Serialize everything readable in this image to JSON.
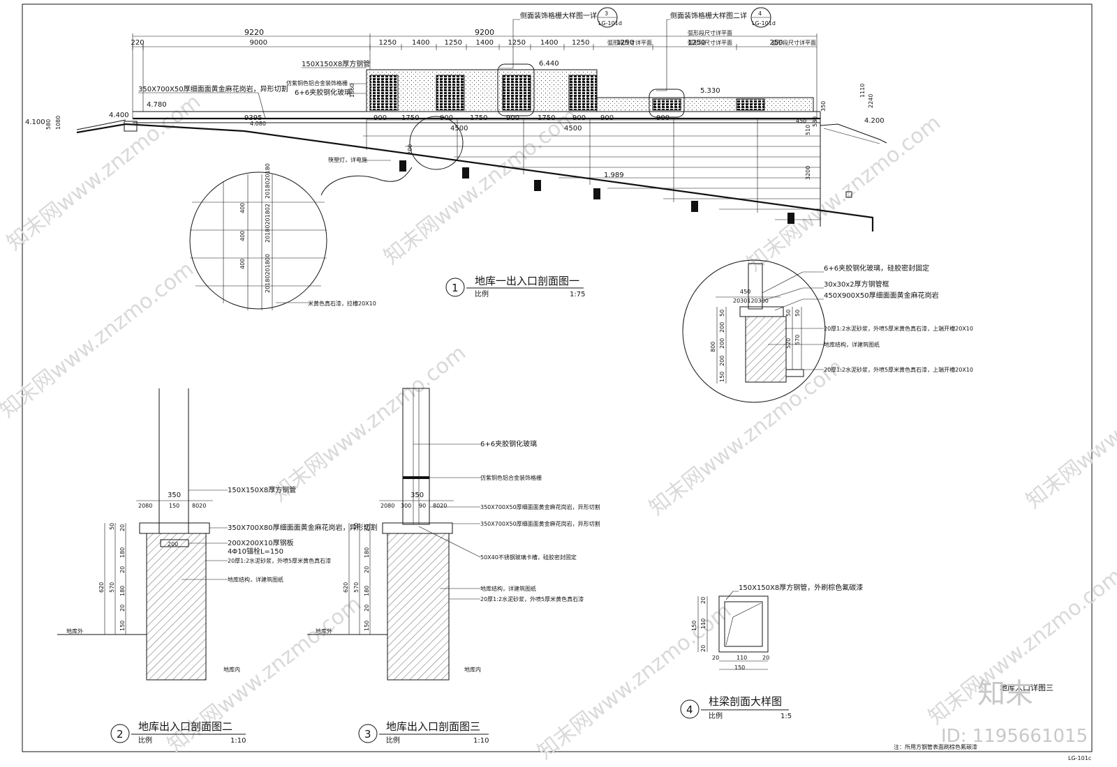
{
  "elevation": {
    "top_dims_a": [
      "9220",
      "9200"
    ],
    "top_dims_b": [
      "220",
      "9000",
      "1250",
      "1400",
      "1250",
      "1400",
      "1250",
      "1400",
      "1250",
      "1250",
      "1250",
      "250"
    ],
    "mid_dims": [
      "900",
      "1750",
      "900",
      "1750",
      "900",
      "1750",
      "900",
      "900",
      "900"
    ],
    "arc_labels": [
      "弧形段尺寸详平面",
      "弧形段尺寸详平面",
      "弧形段尺寸详平面",
      "弧形段尺寸详平面"
    ],
    "callout_1": {
      "text": "侧面装饰格栅大样图一详",
      "num": "3",
      "ref": "LG-101d"
    },
    "callout_2": {
      "text": "侧面装饰格栅大样图二详",
      "num": "4",
      "ref": "LG-101d"
    },
    "labels": {
      "pipe": "150X150X8厚方钢管",
      "granite": "350X700X50厚细面面黄金麻花岗岩，异形切割",
      "aluminum": "仿紫铜色铝合金装饰格栅",
      "glass": "6+6夹胶钢化玻璃",
      "lamp": "筷塑灯，详电施"
    },
    "levels": [
      "4.100",
      "4.400",
      "4.780",
      "6.440",
      "5.330",
      "4.200",
      "1.989"
    ],
    "small_dims": [
      "580",
      "1080",
      "9395",
      "4.080",
      "4500",
      "4500",
      "1660",
      "1110",
      "2240",
      "350",
      "530",
      "510",
      "3200",
      "200",
      "450"
    ],
    "detail_circle": {
      "dims": [
        "400",
        "400",
        "400",
        "2018020180",
        "20180201802",
        "20180201800"
      ],
      "note": "米黄色真石漆，拉槽20X10"
    }
  },
  "title_1": {
    "num": "1",
    "name": "地库一出入口剖面图一",
    "scale_label": "比例",
    "scale": "1:75"
  },
  "detail_right": {
    "notes": [
      "6+6夹胶钢化玻璃，硅胶密封固定",
      "30x30x2厚方钢管框",
      "450X900X50厚细面面黄金麻花岗岩",
      "20厚1:2水泥砂浆，外喷5厚米黄色真石漆，上端开槽20X10",
      "地库结构，详建筑图纸",
      "20厚1:2水泥砂浆，外喷5厚米黄色真石漆，上端开槽20X10"
    ],
    "top_dims": [
      "450",
      "2030120300"
    ],
    "left_dims": [
      "800",
      "200",
      "200",
      "200",
      "50",
      "150"
    ],
    "right_dims": [
      "520",
      "570",
      "50",
      "50"
    ]
  },
  "section_2": {
    "notes": [
      "150X150X8厚方钢管",
      "350X700X80厚细面面黄金麻花岗岩，异形切割",
      "200X200X10厚钢板",
      "4Φ10锚栓L=150",
      "20厚1:2水泥砂浆，外喷5厚米黄色真石漆",
      "地库结构，详建筑图纸"
    ],
    "top_dims": [
      "350",
      "2080",
      "150",
      "8020"
    ],
    "left_dims": [
      "620",
      "570",
      "50",
      "20",
      "180",
      "20",
      "180",
      "20",
      "150"
    ],
    "small": "200",
    "outside": "地库外",
    "inside": "地库内",
    "title": {
      "num": "2",
      "name": "地库出入口剖面图二",
      "scale_label": "比例",
      "scale": "1:10"
    }
  },
  "section_3": {
    "notes": [
      "6+6夹胶钢化玻璃",
      "仿紫铜色铝合金装饰格栅",
      "350X700X50厚细面面黄金麻花岗岩，异形切割",
      "350X700X50厚细面面黄金麻花岗岩，异形切割",
      "50X40不锈钢玻璃卡槽，硅胶密封固定",
      "地库结构，详建筑图纸",
      "20厚1:2水泥砂浆，外喷5厚米黄色真石漆"
    ],
    "top_dims": [
      "350",
      "2080",
      "300",
      "90",
      "8020"
    ],
    "left_dims": [
      "620",
      "570",
      "50",
      "20",
      "180",
      "20",
      "180",
      "20",
      "150"
    ],
    "outside": "地库外",
    "inside": "地库内",
    "title": {
      "num": "3",
      "name": "地库出入口剖面图三",
      "scale_label": "比例",
      "scale": "1:10"
    }
  },
  "section_4": {
    "note": "150X150X8厚方钢管，外刷棕色氟碳漆",
    "dims_left": [
      "150",
      "110",
      "20",
      "20"
    ],
    "dims_bottom": [
      "20",
      "110",
      "20",
      "150"
    ],
    "title": {
      "num": "4",
      "name": "柱梁剖面大样图",
      "scale_label": "比例",
      "scale": "1:5"
    }
  },
  "footer": {
    "note": "注：所用方钢管表面刷棕色氟碳漆",
    "sheet": "LG-101c",
    "ghost_title": "地库入口详图三",
    "id": "ID: 1195661015",
    "logo": "知末"
  },
  "watermark": "知末网www.znzmo.com"
}
